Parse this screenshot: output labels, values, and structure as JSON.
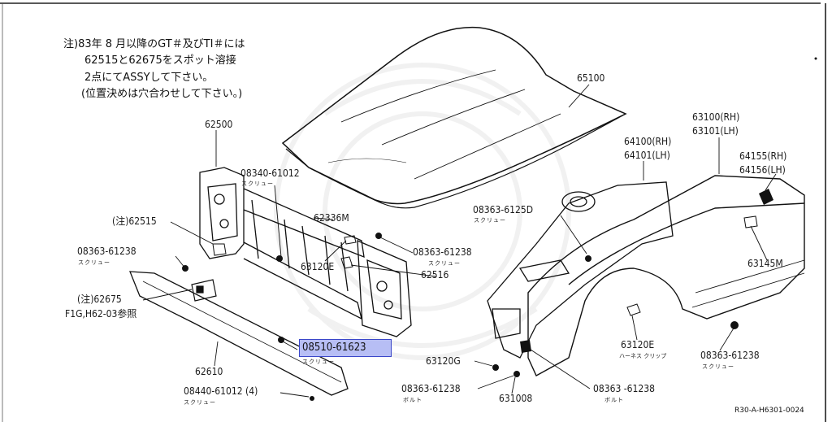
{
  "note": {
    "line1": "注)83年 8 月以降のGT＃及びTI＃には",
    "line2": "62515と62675をスポット溶接",
    "line3": "2点にてASSYして下さい。",
    "line4": "(位置決めは穴合わせして下さい。)"
  },
  "labels": {
    "p65100": "65100",
    "p62500": "62500",
    "p08340_61012": "08340-61012",
    "p08340_sub": "スクリュー",
    "p62336m": "62336M",
    "p62515": "(注)62515",
    "p08363_61238_left": "08363-61238",
    "p08363_61238_left_sub": "スクリュー",
    "p62675": "(注)62675",
    "p62675_ref": "F1G,H62-03参照",
    "p08363_6125d": "08363-6125D",
    "p08363_6125d_sub": "スクリュー",
    "p08363_61238_mid": "08363-61238",
    "p08363_61238_mid_sub": "スクリュー",
    "p63120e_left": "63120E",
    "p62516": "62516",
    "p62610": "62610",
    "p08510_61623": "08510-61623",
    "p08510_sub": "スクリュー",
    "p08440_61012": "08440-61012 (4)",
    "p08440_sub": "スクリュー",
    "p63100": "63100(RH)",
    "p63101": "63101(LH)",
    "p64100": "64100(RH)",
    "p64101": "64101(LH)",
    "p64155": "64155(RH)",
    "p64156": "64156(LH)",
    "p63145m": "63145M",
    "p63120g": "63120G",
    "p08363_61238_bolt": "08363-61238",
    "p08363_61238_bolt_sub": "ボルト",
    "p631008": "631008",
    "p08363_61238_bolt2": "08363 -61238",
    "p08363_61238_bolt2_sub": "ボルト",
    "p63120e_right": "63120E",
    "p63120e_right_sub": "ハーネス クリップ",
    "p08363_61238_right": "08363-61238",
    "p08363_61238_right_sub": "スクリュー"
  },
  "highlight_part": "08510-61623",
  "reference_code": "R30-A-H6301-0024"
}
